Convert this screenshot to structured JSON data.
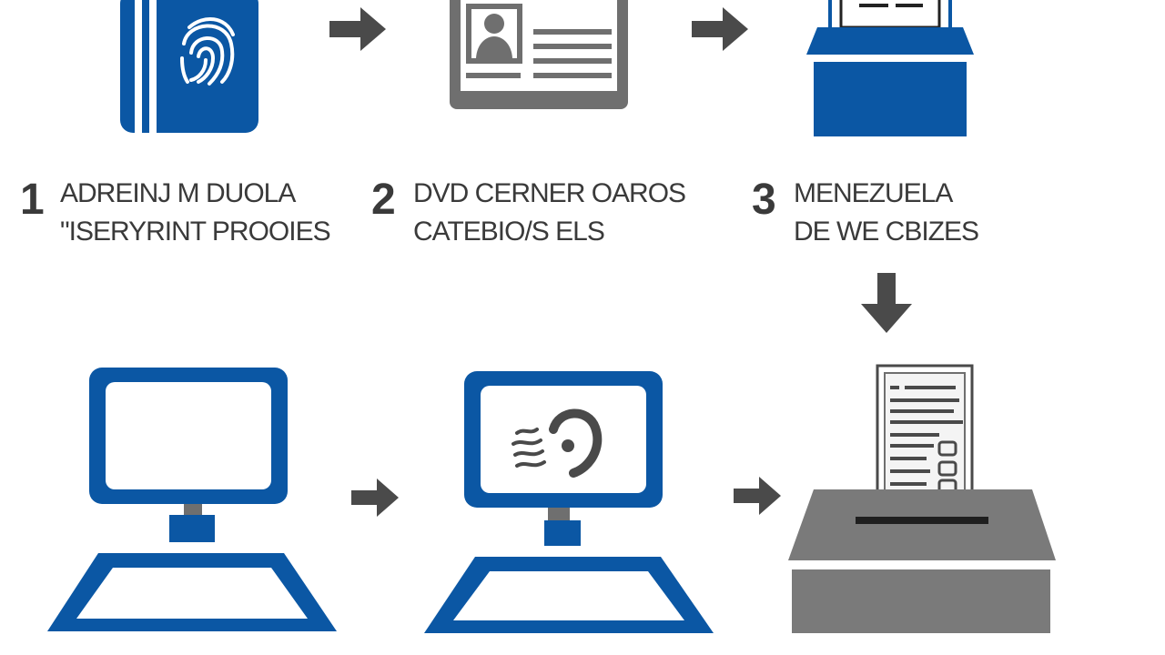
{
  "colors": {
    "blue": "#0b57a4",
    "gray": "#6f6f6f",
    "dark_gray": "#4a4a4a",
    "text": "#3a3a3a",
    "box_gray": "#7a7a7a"
  },
  "icons": {
    "step1": "fingerprint-card-icon",
    "step2": "id-card-icon",
    "step3": "ballot-box-icon",
    "step4": "computer-terminal-icon",
    "step5": "computer-fingerprint-scan-icon",
    "step6": "paper-ballot-box-icon",
    "arrow": "arrow-right-icon",
    "arrow_down": "arrow-down-icon"
  },
  "steps": [
    {
      "number": "1",
      "line1": "ADREINJ M DUOLA",
      "line2": "\"ISERYRINT PROOIES"
    },
    {
      "number": "2",
      "line1": "DVD CERNER OAROS",
      "line2": "CATEBIO/S ELS"
    },
    {
      "number": "3",
      "line1": "MENEZUELA",
      "line2": "DE WE CBIZES"
    }
  ]
}
